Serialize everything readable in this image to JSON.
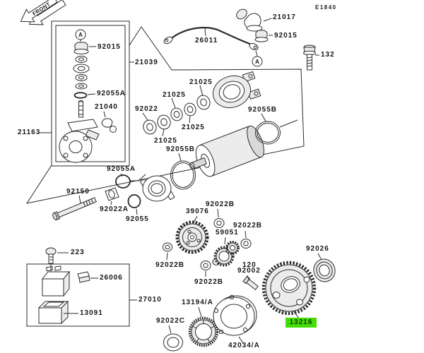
{
  "diagram_code": "E1840",
  "front_arrow": {
    "label": "FRONT"
  },
  "ref_marker": "A",
  "highlight": {
    "part_no": "13216",
    "color": "#44dd08"
  },
  "part_labels": {
    "l_92015_top": "92015",
    "l_21039": "21039",
    "l_26011": "26011",
    "l_21017": "21017",
    "l_92015_right": "92015",
    "l_132": "132",
    "l_21163": "21163",
    "l_92055a_box": "92055A",
    "l_21040": "21040",
    "l_92022": "92022",
    "l_21025_a": "21025",
    "l_21025_b": "21025",
    "l_21025_c": "21025",
    "l_21025_d": "21025",
    "l_92055b_right": "92055B",
    "l_92055b_left": "92055B",
    "l_92055a_low": "92055A",
    "l_92150": "92150",
    "l_92022a": "92022A",
    "l_92055": "92055",
    "l_39076": "39076",
    "l_92022b_top": "92022B",
    "l_92022b_right": "92022B",
    "l_92022b_left": "92022B",
    "l_92022b_bottom": "92022B",
    "l_59051": "59051",
    "l_120": "120",
    "l_92002": "92002",
    "l_13194a": "13194/A",
    "l_92022c": "92022C",
    "l_42034a": "42034/A",
    "l_27010": "27010",
    "l_223": "223",
    "l_26006": "26006",
    "l_13091": "13091",
    "l_92026": "92026"
  }
}
